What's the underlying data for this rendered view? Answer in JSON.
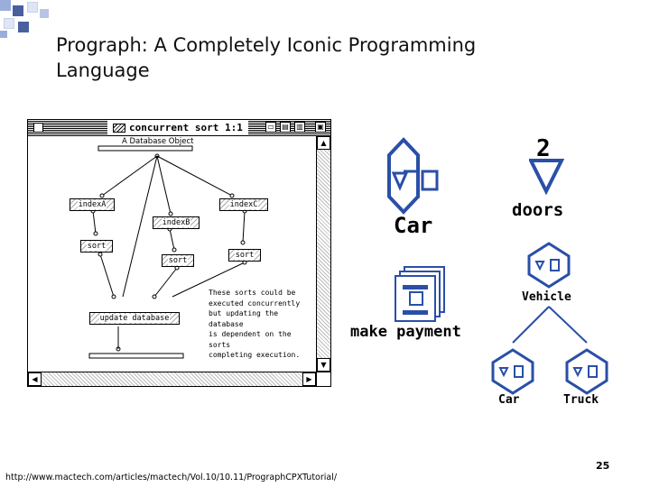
{
  "slide": {
    "title_line1": "Prograph: A Completely Iconic Programming",
    "title_line2": "Language",
    "footer_url": "http://www.mactech.com/articles/mactech/Vol.10/10.11/PrographCPXTutorial/",
    "page_number": "25",
    "accent_colors": [
      "#9aaedb",
      "#4a5f9e",
      "#dfe5f3"
    ]
  },
  "window": {
    "title": "concurrent sort 1:1",
    "db_object_label": "A Database Object",
    "ops": {
      "indexA": "indexA",
      "indexB": "indexB",
      "indexC": "indexC",
      "sort": "sort",
      "update": "update database"
    },
    "note": {
      "line1": "These sorts could be",
      "line2": "executed concurrently",
      "line3": "but updating the database",
      "line4": "is dependent on the sorts",
      "line5": "completing execution."
    }
  },
  "icons": {
    "class_number": "2",
    "car_label": "Car",
    "doors_label": "doors",
    "make_payment_label": "make payment",
    "vehicle_label": "Vehicle",
    "car_small_label": "Car",
    "truck_label": "Truck"
  }
}
